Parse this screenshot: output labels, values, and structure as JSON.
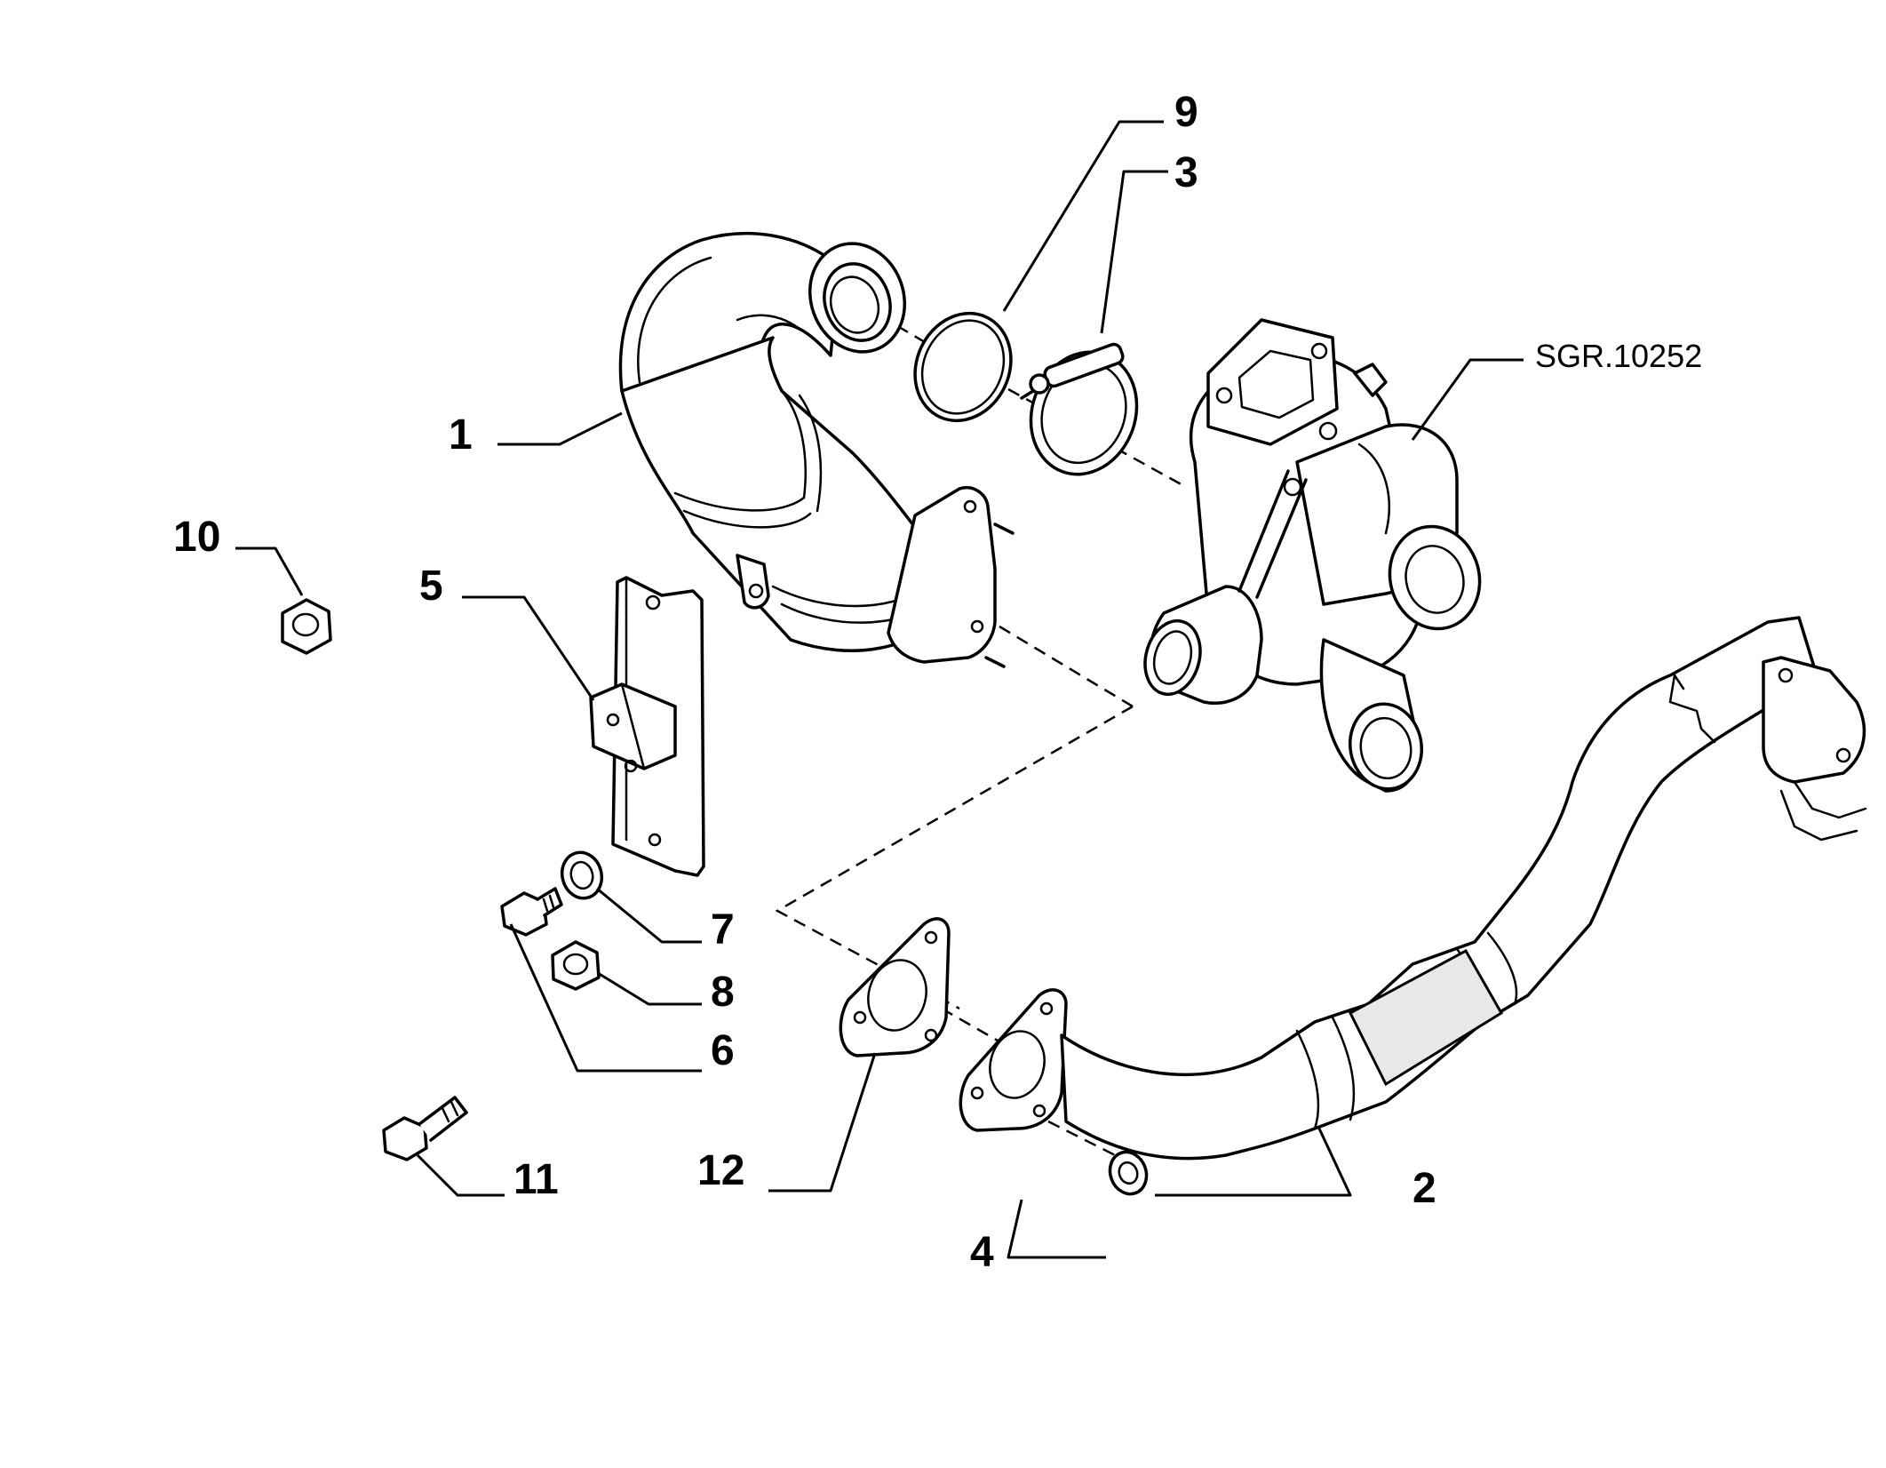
{
  "diagram": {
    "reference_code": "SGR.10252",
    "parts": [
      {
        "id": "p1",
        "label": "1",
        "name": "catalytic-converter"
      },
      {
        "id": "p2",
        "label": "2",
        "name": "front-exhaust-pipe"
      },
      {
        "id": "p3",
        "label": "3",
        "name": "v-band-clamp"
      },
      {
        "id": "p4",
        "label": "4",
        "name": "nut"
      },
      {
        "id": "p5",
        "label": "5",
        "name": "support-bracket"
      },
      {
        "id": "p6",
        "label": "6",
        "name": "bolt"
      },
      {
        "id": "p7",
        "label": "7",
        "name": "washer"
      },
      {
        "id": "p8",
        "label": "8",
        "name": "nut"
      },
      {
        "id": "p9",
        "label": "9",
        "name": "seal-ring"
      },
      {
        "id": "p10",
        "label": "10",
        "name": "nut"
      },
      {
        "id": "p11",
        "label": "11",
        "name": "screw"
      },
      {
        "id": "p12",
        "label": "12",
        "name": "gasket"
      }
    ]
  }
}
